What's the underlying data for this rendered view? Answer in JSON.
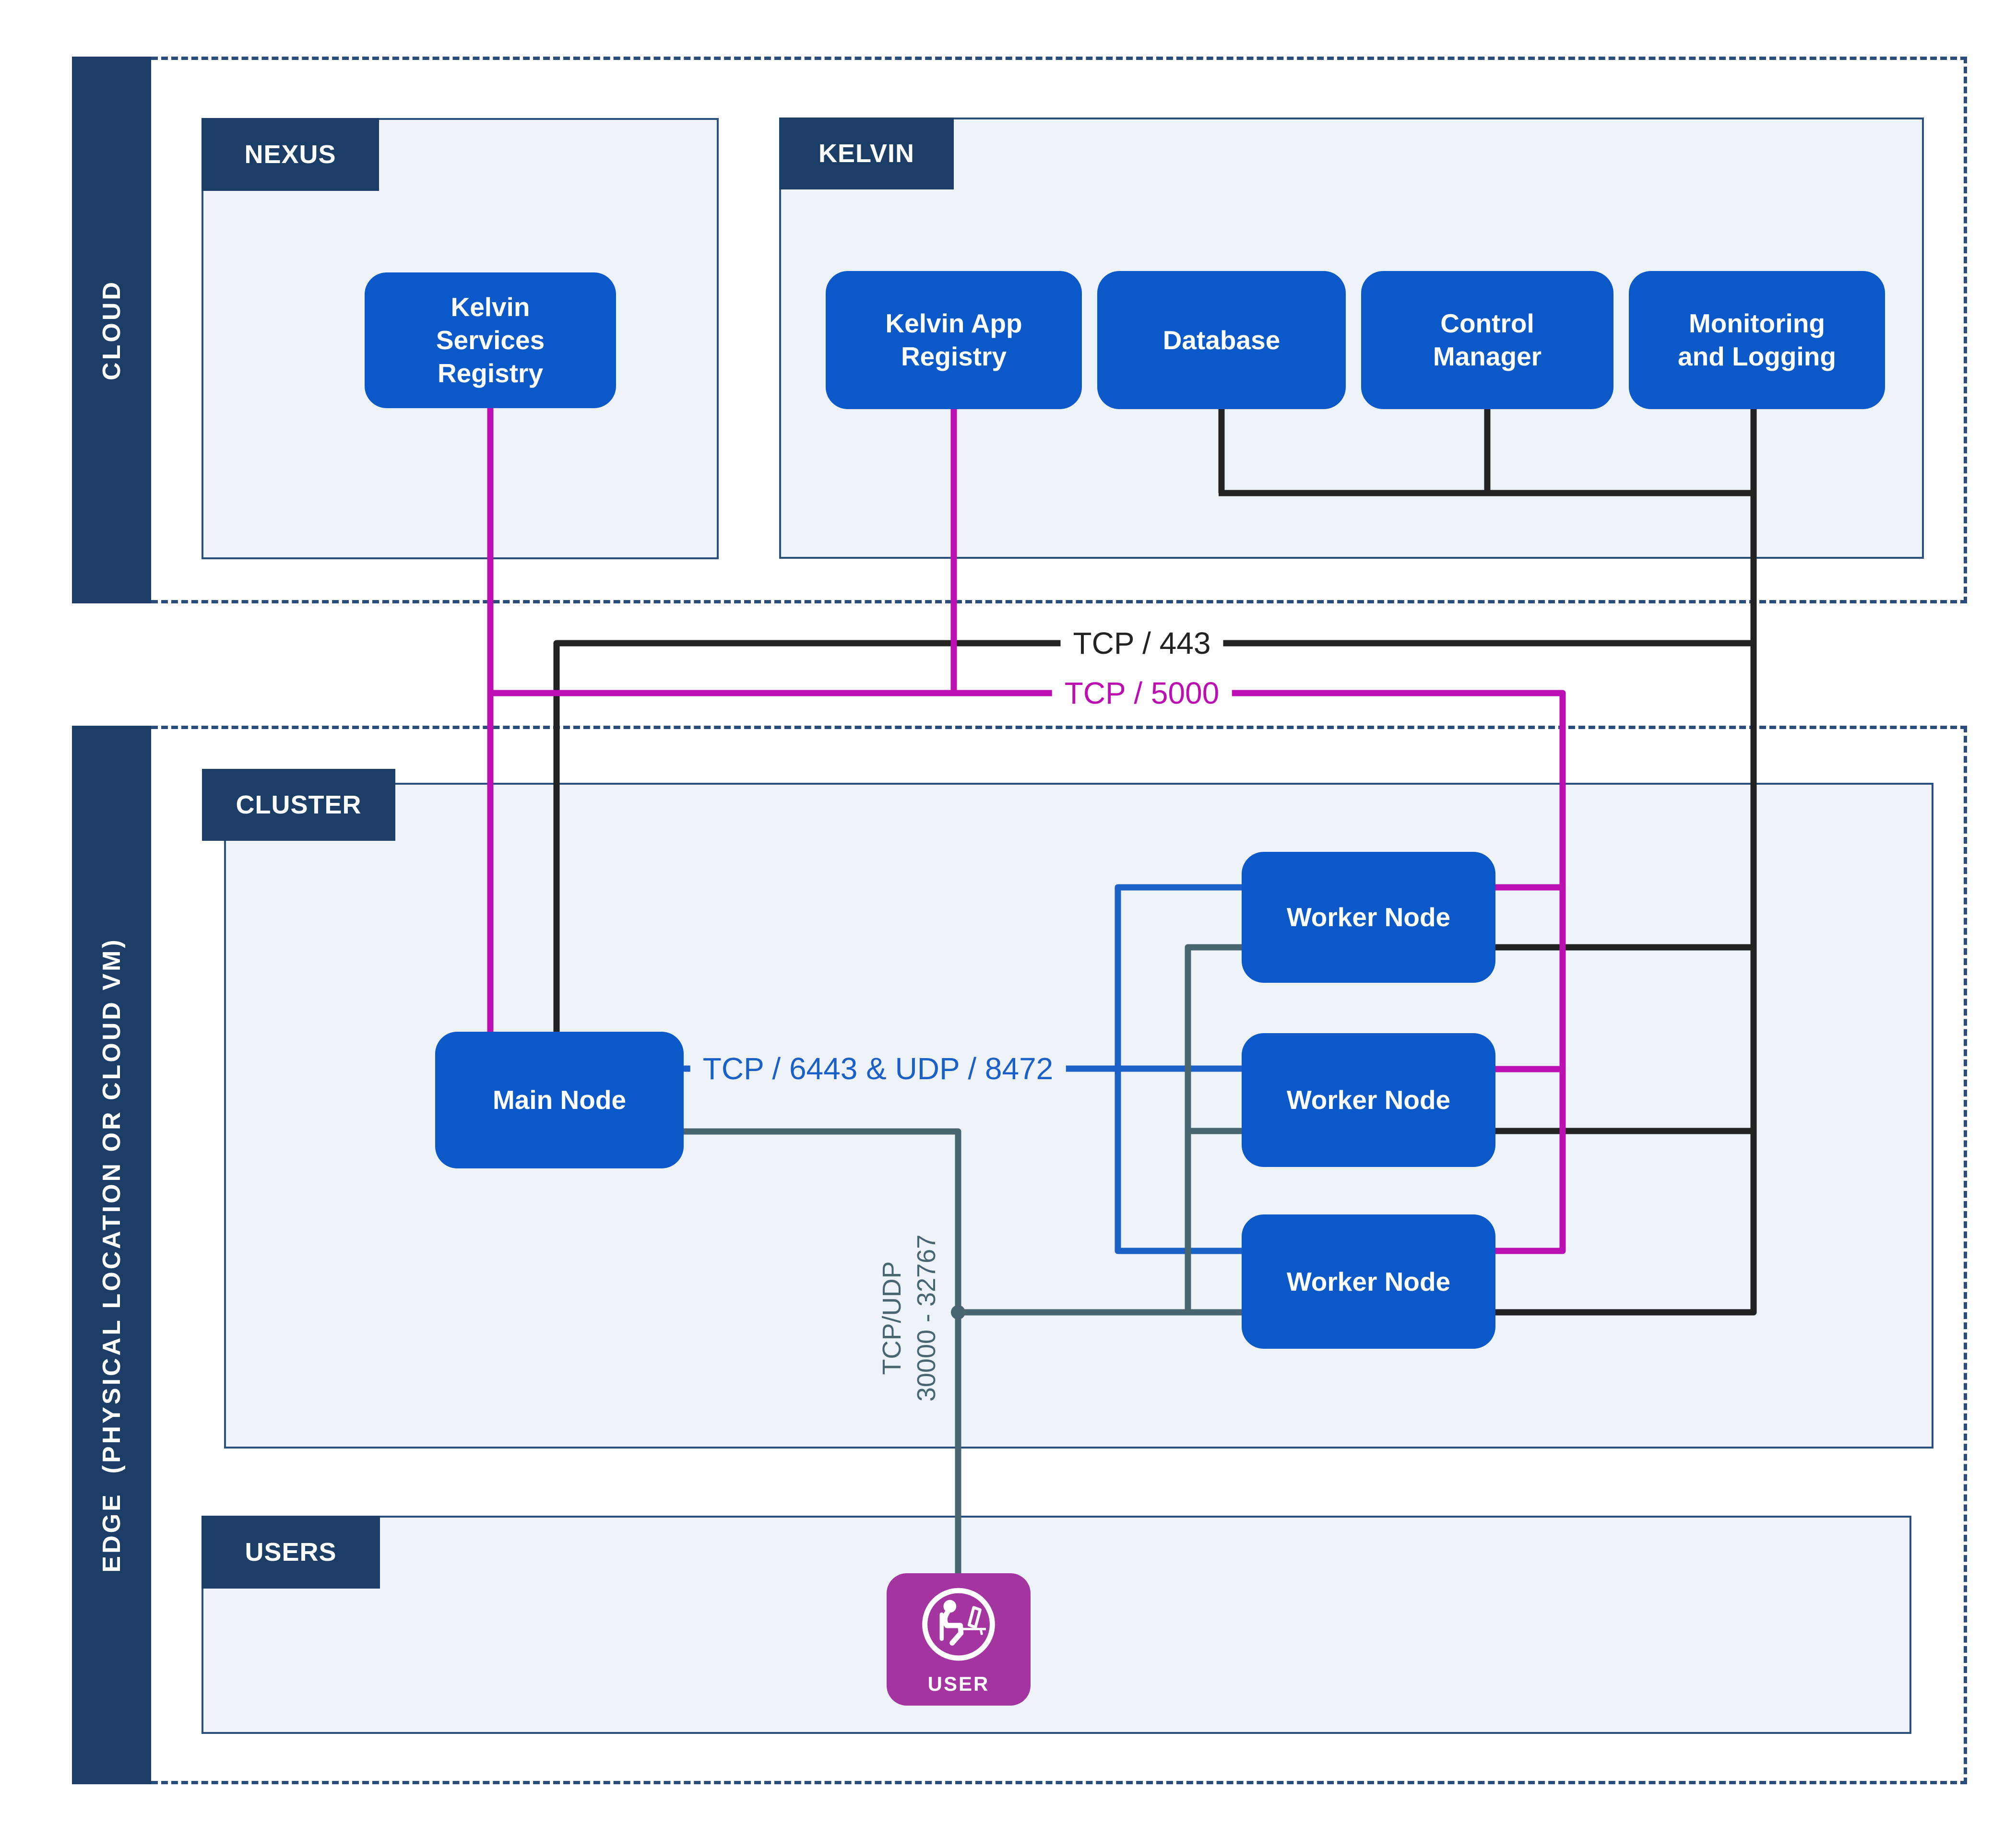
{
  "regions": {
    "cloud": {
      "label": "CLOUD"
    },
    "edge": {
      "label": "EDGE  (PHYSICAL LOCATION OR CLOUD VM)"
    }
  },
  "nexus": {
    "title": "NEXUS",
    "nodes": {
      "kelvin_services_registry": "Kelvin Services Registry"
    }
  },
  "kelvin": {
    "title": "KELVIN",
    "nodes": {
      "kelvin_app_registry": "Kelvin App Registry",
      "database": "Database",
      "control_manager": "Control Manager",
      "monitoring_and_logging": "Monitoring and Logging"
    }
  },
  "cluster": {
    "title": "CLUSTER",
    "nodes": {
      "main_node": "Main Node",
      "worker_node_1": "Worker Node",
      "worker_node_2": "Worker Node",
      "worker_node_3": "Worker Node"
    }
  },
  "users": {
    "title": "USERS",
    "user": {
      "label": "USER"
    }
  },
  "connections": {
    "tcp_443": {
      "label": "TCP / 443",
      "color": "#222222"
    },
    "tcp_5000": {
      "label": "TCP / 5000",
      "color": "#bb0fb2"
    },
    "tcp_6443_udp_8472": {
      "label": "TCP / 6443 & UDP / 8472",
      "color": "#1a60c6"
    },
    "nodeport": {
      "line1": "TCP/UDP",
      "line2": "30000 - 32767",
      "color": "#486570"
    }
  },
  "palette": {
    "node_blue": "#0b58c8",
    "navy": "#1c3d66",
    "panel_fill": "#eef3f9",
    "panel_border": "#2b507d",
    "magenta": "#bb0fb2",
    "user_purple": "#a434a0",
    "slate": "#486570",
    "black_line": "#222222"
  }
}
